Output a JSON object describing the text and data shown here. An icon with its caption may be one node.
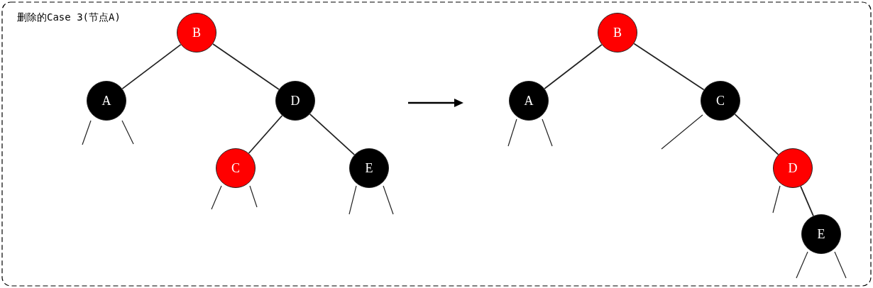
{
  "diagram": {
    "title": "删除的Case 3(节点A)",
    "nodes": [
      {
        "text": [
          "B"
        ]
      },
      {
        "text": [
          "A"
        ]
      },
      {
        "text": [
          "D"
        ]
      },
      {
        "text": [
          "C"
        ]
      },
      {
        "text": [
          "E"
        ]
      },
      {
        "text": [
          "B"
        ]
      },
      {
        "text": [
          "A"
        ]
      },
      {
        "text": [
          "C"
        ]
      },
      {
        "text": [
          "D"
        ]
      },
      {
        "text": [
          "E"
        ]
      }
    ],
    "edges": [
      {
        "from": 0,
        "to": 1,
        "arrow": "none"
      },
      {
        "from": 0,
        "to": 2,
        "arrow": "none"
      },
      {
        "from": 2,
        "to": 3,
        "arrow": "none"
      },
      {
        "from": 2,
        "to": 4,
        "arrow": "none"
      },
      {
        "from": 5,
        "to": 6,
        "arrow": "none"
      },
      {
        "from": 5,
        "to": 7,
        "arrow": "none"
      },
      {
        "from": 7,
        "to": 8,
        "arrow": "none"
      },
      {
        "from": 8,
        "to": 9,
        "arrow": "none"
      }
    ]
  }
}
